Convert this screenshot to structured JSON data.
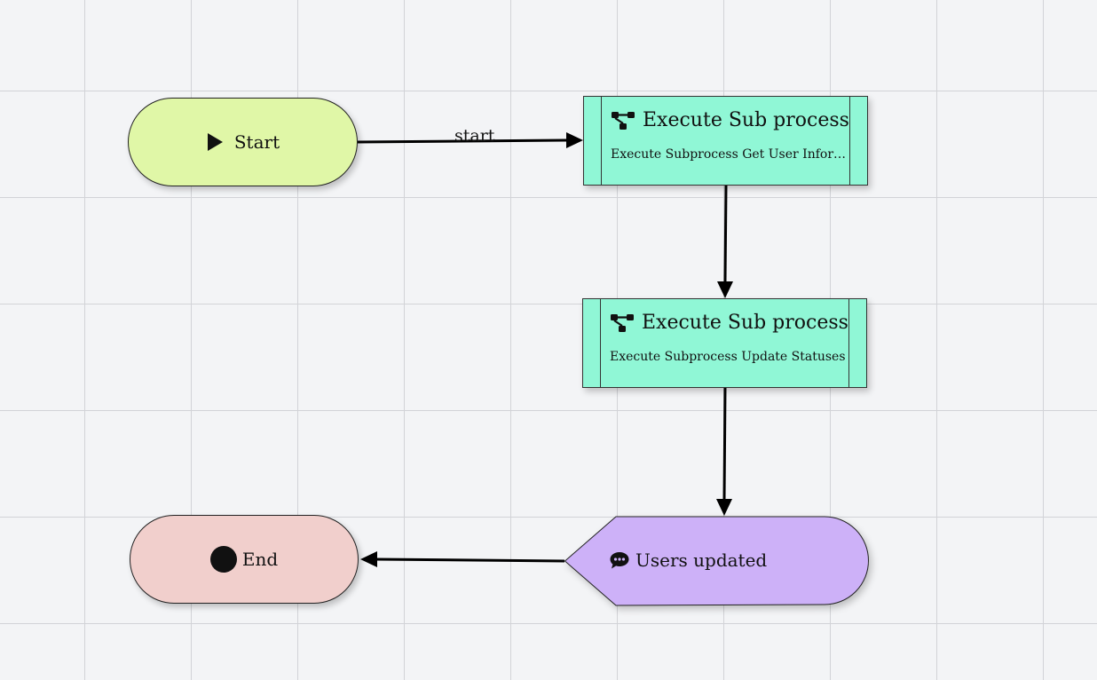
{
  "diagram": {
    "nodes": {
      "start": {
        "label": "Start",
        "icon": "play-icon",
        "fill": "#e0f7a7"
      },
      "sub1": {
        "title": "Execute Sub process",
        "description": "Execute Subprocess Get User Informati...",
        "icon": "subprocess-icon",
        "fill": "#90f7d6"
      },
      "sub2": {
        "title": "Execute Sub process",
        "description": "Execute Subprocess Update Statuses",
        "icon": "subprocess-icon",
        "fill": "#90f7d6"
      },
      "message": {
        "label": "Users updated",
        "icon": "speech-bubble-icon",
        "fill": "#cdb1f8"
      },
      "end": {
        "label": "End",
        "icon": "end-circle-icon",
        "fill": "#f1cfcc"
      }
    },
    "edges": [
      {
        "from": "start",
        "to": "sub1",
        "label": "start"
      },
      {
        "from": "sub1",
        "to": "sub2",
        "label": ""
      },
      {
        "from": "sub2",
        "to": "message",
        "label": ""
      },
      {
        "from": "message",
        "to": "end",
        "label": ""
      }
    ],
    "colors": {
      "edge": "#000000",
      "canvas_bg": "#f3f4f6",
      "grid": "#d2d3d7"
    }
  }
}
